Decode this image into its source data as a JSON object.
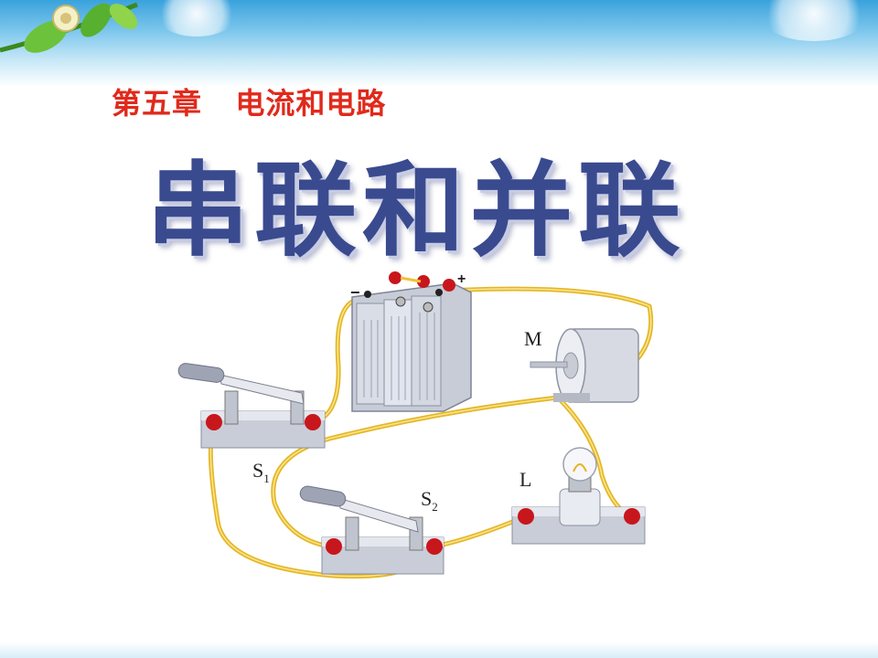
{
  "slide": {
    "chapter": "第五章   电流和电路",
    "title": "串联和并联"
  },
  "diagram": {
    "motor_label": "M",
    "lamp_label": "L",
    "switch1_letter": "S",
    "switch1_sub": "1",
    "switch2_letter": "S",
    "switch2_sub": "2",
    "battery_neg": "−",
    "battery_pos": "+"
  },
  "colors": {
    "title": "#3a4a8f",
    "chapter": "#e02a1c",
    "wire": "#f1c232",
    "terminal": "#c8161d"
  }
}
